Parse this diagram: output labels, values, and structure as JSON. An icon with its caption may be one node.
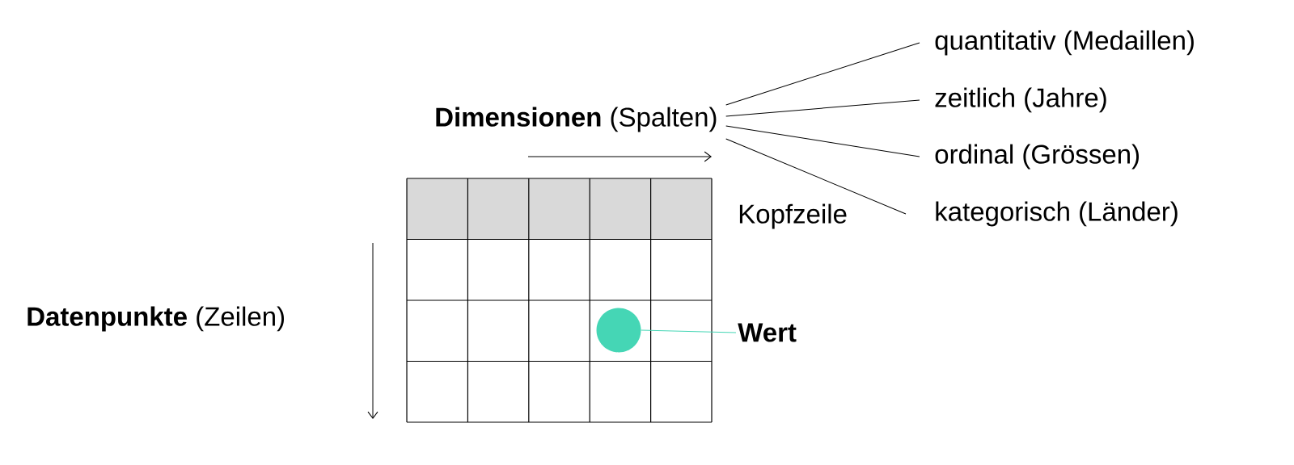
{
  "diagram": {
    "nodes": [
      {
        "text": [
          "**Dimensionen** (Spalten)"
        ]
      },
      {
        "text": [
          "quantitativ (Medaillen)"
        ]
      },
      {
        "text": [
          "zeitlich (Jahre)"
        ]
      },
      {
        "text": [
          "ordinal (Grössen)"
        ]
      },
      {
        "text": [
          "kategorisch (Länder)"
        ]
      },
      {
        "text": [],
        "shape": "circle"
      },
      {
        "text": [
          "Wert"
        ]
      }
    ],
    "edges": [
      {
        "from": 0,
        "to": 1,
        "arrow": "none"
      },
      {
        "from": 0,
        "to": 2,
        "arrow": "none"
      },
      {
        "from": 0,
        "to": 3,
        "arrow": "none"
      },
      {
        "from": 0,
        "to": 4,
        "arrow": "none"
      },
      {
        "from": 5,
        "to": 6,
        "arrow": "none",
        "color": "#45d6b5"
      }
    ],
    "labels": [
      "Kopfzeile",
      "**Datenpunkte** (Zeilen)"
    ]
  }
}
